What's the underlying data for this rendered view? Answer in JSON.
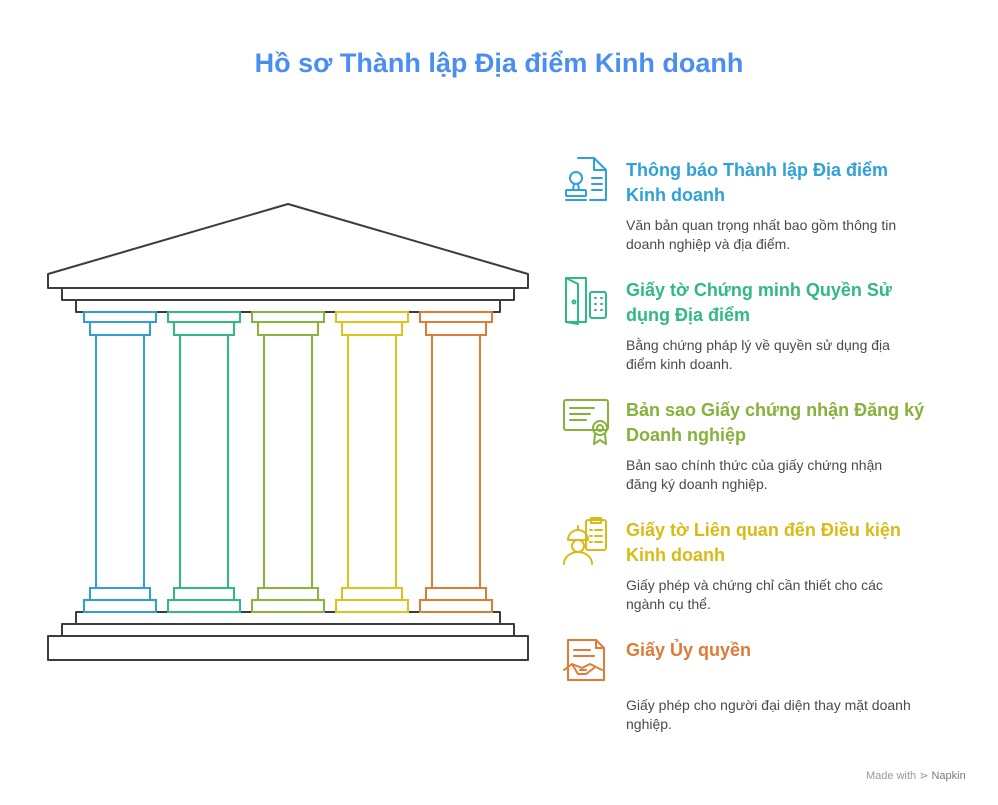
{
  "title": "Hồ sơ Thành lập Địa điểm Kinh doanh",
  "colors": {
    "title": "#4a8ef0",
    "outline": "#3c3c3c",
    "pillars": [
      "#2f9fd6",
      "#2fb985",
      "#8ab53c",
      "#e0c21d",
      "#e07a35"
    ]
  },
  "items": [
    {
      "icon": "document-stamp-icon",
      "heading": "Thông báo Thành lập Địa điểm Kinh doanh",
      "description": "Văn bản quan trọng nhất bao gồm thông tin doanh nghiệp và địa điểm.",
      "color": "#2fa1d8"
    },
    {
      "icon": "door-keypad-icon",
      "heading": "Giấy tờ Chứng minh Quyền Sử dụng Địa điểm",
      "description": "Bằng chứng pháp lý về quyền sử dụng địa điểm kinh doanh.",
      "color": "#2fb985"
    },
    {
      "icon": "certificate-icon",
      "heading": "Bản sao Giấy chứng nhận Đăng ký Doanh nghiệp",
      "description": "Bản sao chính thức của giấy chứng nhận đăng ký doanh nghiệp.",
      "color": "#86b13a"
    },
    {
      "icon": "worker-checklist-icon",
      "heading": "Giấy tờ Liên quan đến Điều kiện Kinh doanh",
      "description": "Giấy phép và chứng chỉ cần thiết cho các ngành cụ thể.",
      "color": "#d9bb17"
    },
    {
      "icon": "handshake-document-icon",
      "heading": "Giấy Ủy quyền",
      "description": "Giấy phép cho người đại diện thay mặt doanh nghiệp.",
      "color": "#e07a35"
    }
  ],
  "footer": {
    "made_with": "Made with",
    "brand": "Napkin"
  }
}
